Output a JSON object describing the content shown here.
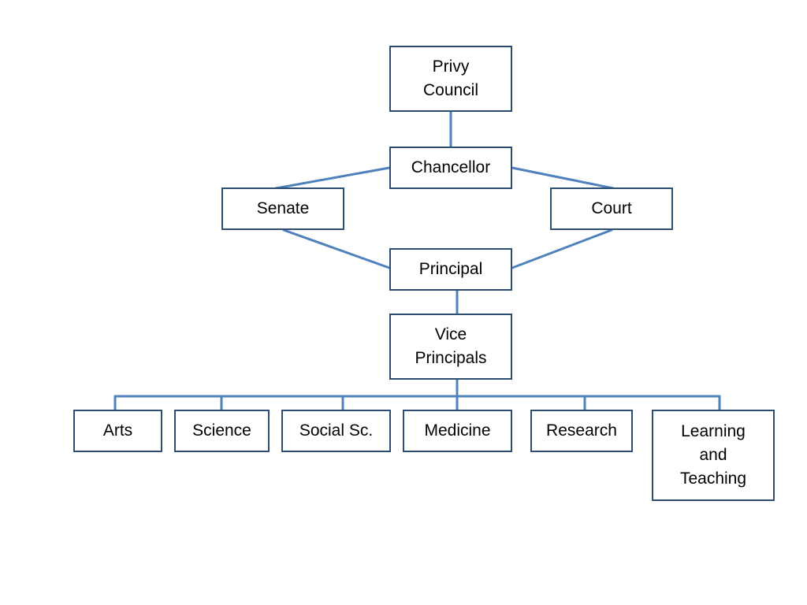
{
  "colors": {
    "box_border": "#2e4d73",
    "connector": "#4f81bd",
    "text": "#000000",
    "background": "#ffffff"
  },
  "nodes": {
    "privy_council": "Privy\nCouncil",
    "chancellor": "Chancellor",
    "senate": "Senate",
    "court": "Court",
    "principal": "Principal",
    "vice_principals": "Vice\nPrincipals",
    "arts": "Arts",
    "science": "Science",
    "social_sc": "Social Sc.",
    "medicine": "Medicine",
    "research": "Research",
    "learning_and_teaching": "Learning\nand\nTeaching"
  },
  "edges": [
    [
      "privy_council",
      "chancellor"
    ],
    [
      "chancellor",
      "senate"
    ],
    [
      "chancellor",
      "court"
    ],
    [
      "senate",
      "principal"
    ],
    [
      "court",
      "principal"
    ],
    [
      "principal",
      "vice_principals"
    ],
    [
      "vice_principals",
      "arts"
    ],
    [
      "vice_principals",
      "science"
    ],
    [
      "vice_principals",
      "social_sc"
    ],
    [
      "vice_principals",
      "medicine"
    ],
    [
      "vice_principals",
      "research"
    ],
    [
      "vice_principals",
      "learning_and_teaching"
    ]
  ]
}
